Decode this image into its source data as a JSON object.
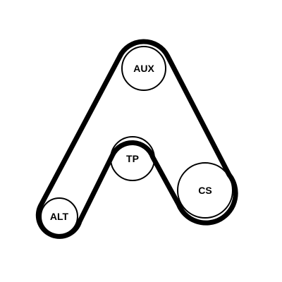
{
  "diagram": {
    "belt_color": "#000000",
    "pulleys": {
      "aux": {
        "label": "AUX"
      },
      "tp": {
        "label": "TP"
      },
      "cs": {
        "label": "CS"
      },
      "alt": {
        "label": "ALT"
      }
    }
  }
}
